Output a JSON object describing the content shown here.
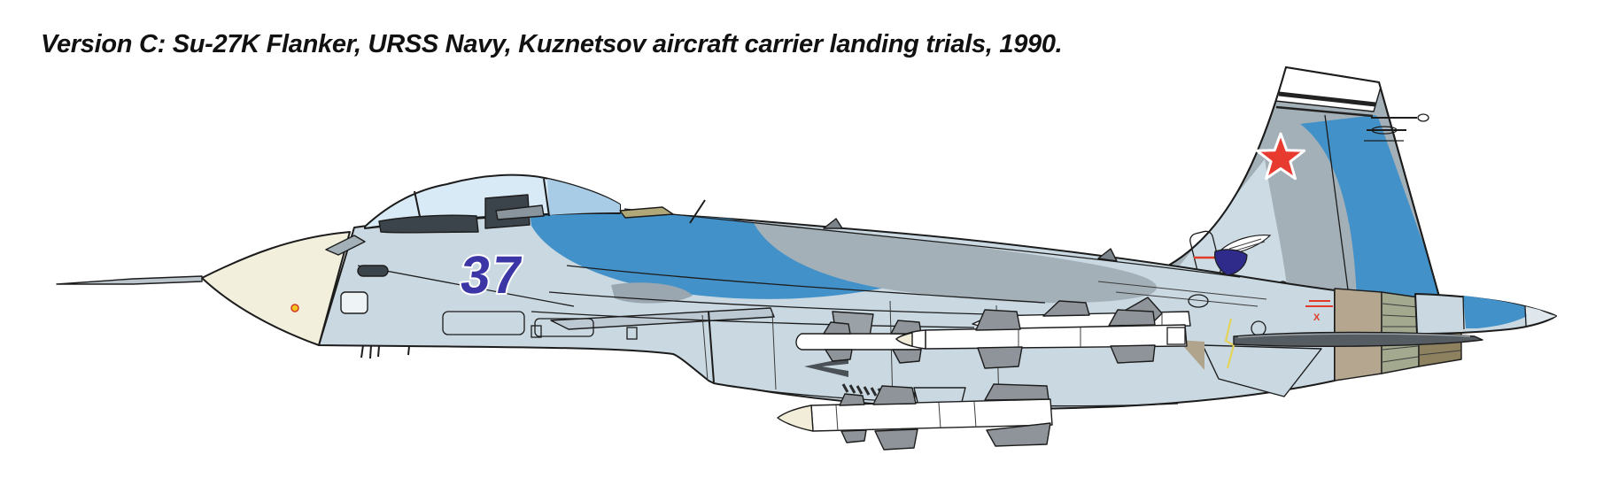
{
  "caption": {
    "text": "Version C: Su-27K Flanker, URSS Navy, Kuznetsov aircraft carrier landing trials, 1990."
  },
  "aircraft": {
    "type": "Su-27K Flanker side profile illustration",
    "tail_number": "37",
    "markings": {
      "fin_star": "red-star",
      "fin_badge": "sukhoi-winged-archer",
      "nozzle_stencil": "X"
    },
    "colors": {
      "outline": "#1c1c1c",
      "radome": "#f2efdc",
      "fuselage_base": "#c9d8e1",
      "camo_blue": "#4291c8",
      "camo_gray": "#a4b0b8",
      "camo_pale": "#cddbe4",
      "panel_light": "#bcc9d3",
      "canopy_glass": "#d8eaf6",
      "canopy_glass_rear": "#a9cce6",
      "cockpit_dark": "#3c444b",
      "fin_tip_white": "#ffffff",
      "star_red": "#e73b30",
      "tail_number_blue": "#3c35a5",
      "nozzle_tan": "#b5a78f",
      "nozzle_olive": "#a3a98f",
      "nozzle_khaki": "#8d815f",
      "nozzle_tip_pale": "#dfe7ec",
      "stabilator_dark": "#555c62",
      "missile_body": "#ffffff",
      "missile_fin_gray": "#8e9499",
      "missile_nose_cream": "#f2edd8",
      "emblem_navy": "#2f2b8a",
      "marking_yellow": "#e3d35a",
      "stencil_red": "#e03c28"
    }
  }
}
